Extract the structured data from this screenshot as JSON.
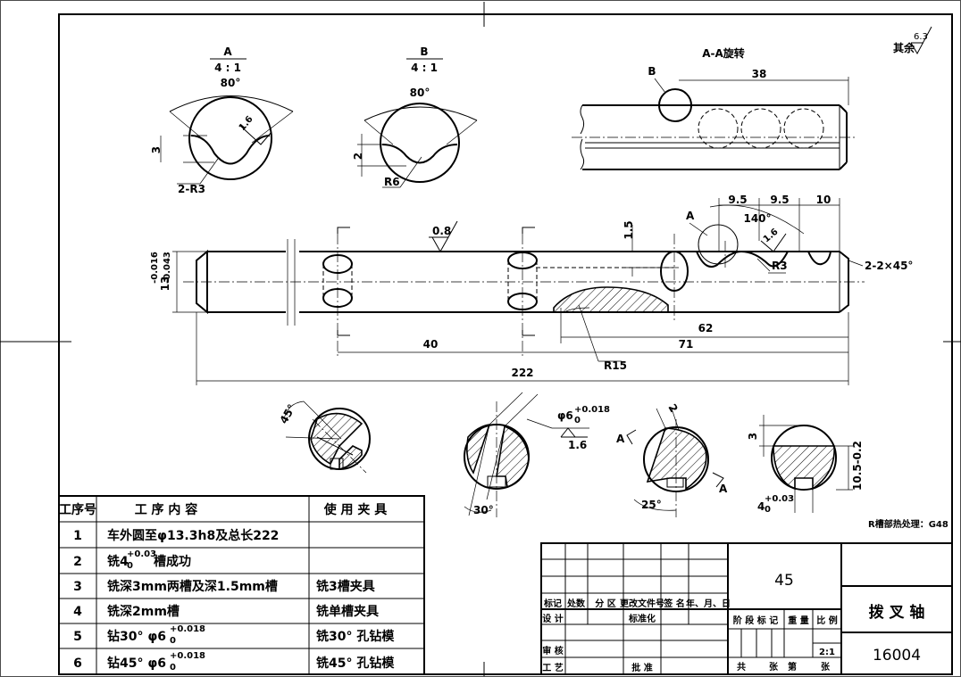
{
  "views": {
    "section_a": {
      "label": "A",
      "scale": "4 : 1",
      "angle": "80°",
      "depth": "3",
      "radius": "2-R3",
      "roughness": "1.6"
    },
    "section_b": {
      "label": "B",
      "scale": "4 : 1",
      "angle": "80°",
      "depth": "2",
      "radius": "R6"
    },
    "rotated_view": {
      "title": "A-A旋转",
      "label_b": "B",
      "dim": "38"
    },
    "main": {
      "dim_9_5a": "9.5",
      "dim_9_5b": "9.5",
      "dim_10": "10",
      "angle_140": "140°",
      "label_a": "A",
      "roughness_top": "0.8",
      "roughness_16": "1.6",
      "dim_1_5": "1.5",
      "chamfer": "2-2×45°",
      "r3": "R3",
      "dia": "13",
      "tol_up": "-0.016",
      "tol_dn": "-0.043",
      "dim_40": "40",
      "dim_62": "62",
      "dim_71": "71",
      "dim_222": "222",
      "r15": "R15"
    },
    "sections": {
      "s1_angle": "45°",
      "s2_angle": "30°",
      "s2_hole": "φ6",
      "s2_tol_up": "+0.018",
      "s2_tol_dn": "0",
      "s2_rough": "1.6",
      "s3_dim": "2",
      "s3_angle": "25°",
      "s3_a1": "A",
      "s3_a2": "A",
      "s4_dim3": "3",
      "s4_dim10": "10.5-0.2",
      "s4_slot": "4",
      "s4_tol_up": "+0.03",
      "s4_tol_dn": "0"
    }
  },
  "notes": {
    "other_rough_label": "其余",
    "other_rough_value": "6.3",
    "heat_treatment": "R槽部热处理：G48"
  },
  "process_table": {
    "headers": [
      "工序号",
      "工 序 内 容",
      "使 用 夹 具"
    ],
    "rows": [
      {
        "no": "1",
        "content": "车外圆至φ13.3h8及总长222",
        "tool": ""
      },
      {
        "no": "2",
        "content": "铣4",
        "sup": "+0.03",
        "sub": "0",
        "after": "槽成功",
        "tool": ""
      },
      {
        "no": "3",
        "content": "铣深3mm两槽及深1.5mm槽",
        "tool": "铣3槽夹具"
      },
      {
        "no": "4",
        "content": "铣深2mm槽",
        "tool": "铣单槽夹具"
      },
      {
        "no": "5",
        "content": "钻30° φ6",
        "sup": "+0.018",
        "sub": "0",
        "after": "",
        "tool": "铣30° 孔钻模"
      },
      {
        "no": "6",
        "content": "钻45° φ6",
        "sup": "+0.018",
        "sub": "0",
        "after": "",
        "tool": "铣45° 孔钻模"
      }
    ]
  },
  "title_block": {
    "material": "45",
    "part_name": "拨 叉 轴",
    "drawing_no": "16004",
    "h_mark": "标记",
    "h_count": "处数",
    "h_zone": "分 区",
    "h_doc": "更改文件号",
    "h_sign": "签 名",
    "h_date": "年、月、日",
    "design": "设 计",
    "standard": "标准化",
    "review": "审 核",
    "craft": "工 艺",
    "approve": "批 准",
    "stage": "阶 段 标 记",
    "weight": "重 量",
    "scale": "比 例",
    "scale_val": "2:1",
    "total": "共",
    "sheets": "张",
    "no": "第",
    "sheet2": "张"
  }
}
